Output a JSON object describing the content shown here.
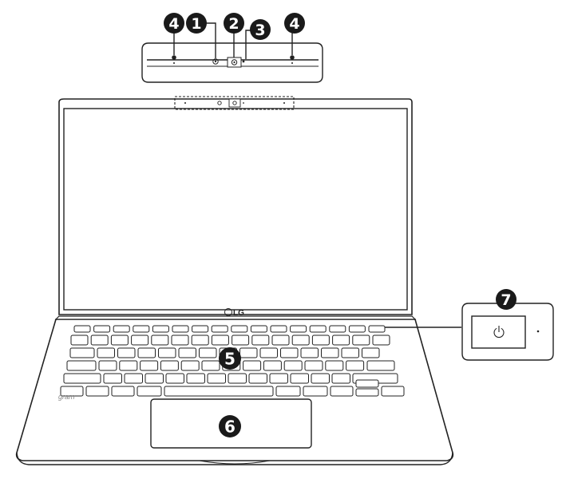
{
  "diagram": {
    "subject": "laptop-front-view",
    "colors": {
      "outline": "#222222",
      "badge": "#1a1a1a",
      "badge_text": "#ffffff",
      "background": "#ffffff"
    }
  },
  "callouts": [
    {
      "id": "1",
      "label": "1"
    },
    {
      "id": "2",
      "label": "2"
    },
    {
      "id": "3",
      "label": "3"
    },
    {
      "id": "4a",
      "label": "4"
    },
    {
      "id": "4b",
      "label": "4"
    },
    {
      "id": "5",
      "label": "5"
    },
    {
      "id": "6",
      "label": "6"
    },
    {
      "id": "7",
      "label": "7"
    }
  ],
  "laptop": {
    "bezel_logo": "LG",
    "deck_logo": "gram"
  },
  "icons": {
    "power": "power-icon",
    "camera": "camera-icon",
    "ir_sensor": "ir-sensor-icon",
    "microphone": "microphone-icon"
  }
}
